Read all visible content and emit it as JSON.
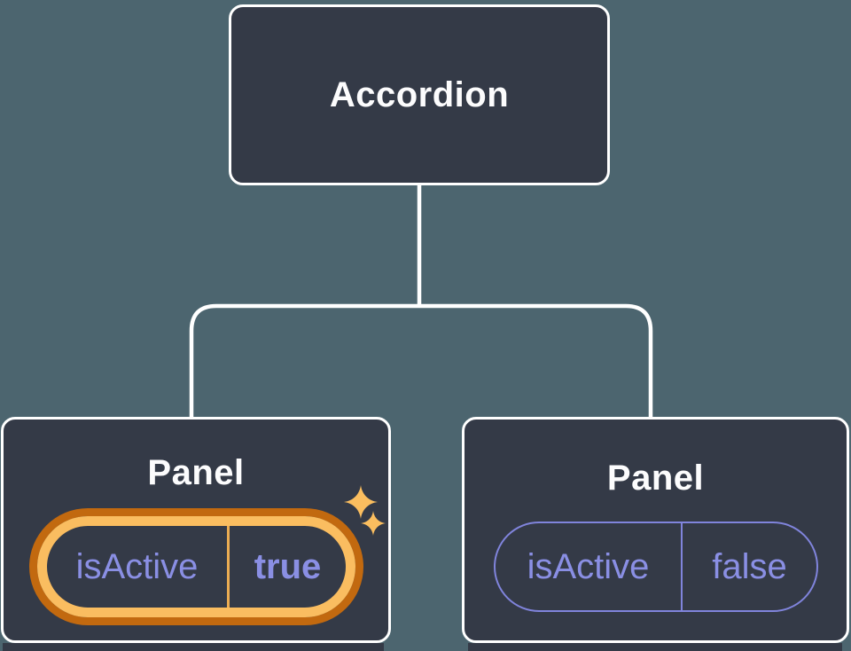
{
  "tree": {
    "root": {
      "label": "Accordion"
    },
    "children": [
      {
        "label": "Panel",
        "prop": {
          "name": "isActive",
          "value": "true"
        },
        "highlighted": true
      },
      {
        "label": "Panel",
        "prop": {
          "name": "isActive",
          "value": "false"
        },
        "highlighted": false
      }
    ]
  },
  "icons": {
    "sparkle_large": "sparkle-icon",
    "sparkle_small": "sparkle-icon"
  },
  "colors": {
    "background": "#4C656F",
    "node_fill": "#343A47",
    "node_border": "#FFFFFF",
    "connector": "#FFFFFF",
    "label_text": "#FCFCFD",
    "state_text": "#8A8FE4",
    "inactive_pill_stroke": "#8084DC",
    "highlight_gold": "#FABD60",
    "highlight_dark_orange": "#C2690F",
    "highlight_divider": "#EBAC52",
    "sparkle": "#FBBE5F"
  }
}
